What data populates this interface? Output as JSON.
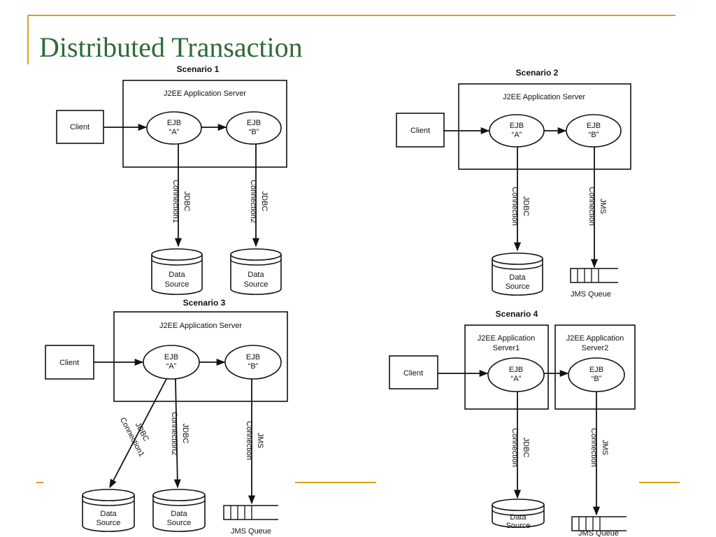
{
  "slide": {
    "title": "Distributed Transaction"
  },
  "colors": {
    "title": "#2e6b36",
    "accent_rule": "#d9a11a",
    "ink": "#111111"
  },
  "scenarios": [
    {
      "title": "Scenario 1",
      "server": "J2EE Application Server",
      "client": "Client",
      "ejb_a": [
        "EJB",
        "“A”"
      ],
      "ejb_b": [
        "EJB",
        "“B”"
      ],
      "connections": [
        {
          "label": [
            "JDBC",
            "Connection1"
          ]
        },
        {
          "label": [
            "JDBC",
            "Connection2"
          ]
        }
      ],
      "targets": [
        {
          "type": "data-source",
          "label": [
            "Data",
            "Source"
          ]
        },
        {
          "type": "data-source",
          "label": [
            "Data",
            "Source"
          ]
        }
      ]
    },
    {
      "title": "Scenario 2",
      "server": "J2EE Application Server",
      "client": "Client",
      "ejb_a": [
        "EJB",
        "“A”"
      ],
      "ejb_b": [
        "EJB",
        "“B”"
      ],
      "connections": [
        {
          "label": [
            "JDBC",
            "Connection"
          ]
        },
        {
          "label": [
            "JMS",
            "Connection"
          ]
        }
      ],
      "targets": [
        {
          "type": "data-source",
          "label": [
            "Data",
            "Source"
          ]
        },
        {
          "type": "jms-queue",
          "label": [
            "JMS Queue"
          ]
        }
      ]
    },
    {
      "title": "Scenario 3",
      "server": "J2EE Application Server",
      "client": "Client",
      "ejb_a": [
        "EJB",
        "“A”"
      ],
      "ejb_b": [
        "EJB",
        "“B”"
      ],
      "connections": [
        {
          "label": [
            "JDBC",
            "Connection1"
          ]
        },
        {
          "label": [
            "JDBC",
            "Connection2"
          ]
        },
        {
          "label": [
            "JMS",
            "Connection"
          ]
        }
      ],
      "targets": [
        {
          "type": "data-source",
          "label": [
            "Data",
            "Source"
          ]
        },
        {
          "type": "data-source",
          "label": [
            "Data",
            "Source"
          ]
        },
        {
          "type": "jms-queue",
          "label": [
            "JMS Queue"
          ]
        }
      ]
    },
    {
      "title": "Scenario 4",
      "server1": [
        "J2EE Application",
        "Server1"
      ],
      "server2": [
        "J2EE Application",
        "Server2"
      ],
      "client": "Client",
      "ejb_a": [
        "EJB",
        "“A”"
      ],
      "ejb_b": [
        "EJB",
        "“B”"
      ],
      "connections": [
        {
          "label": [
            "JDBC",
            "Connection"
          ]
        },
        {
          "label": [
            "JMS",
            "Connection"
          ]
        }
      ],
      "targets": [
        {
          "type": "data-source",
          "label": [
            "Data",
            "Source"
          ]
        },
        {
          "type": "jms-queue",
          "label": [
            "JMS Queue"
          ]
        }
      ]
    }
  ]
}
